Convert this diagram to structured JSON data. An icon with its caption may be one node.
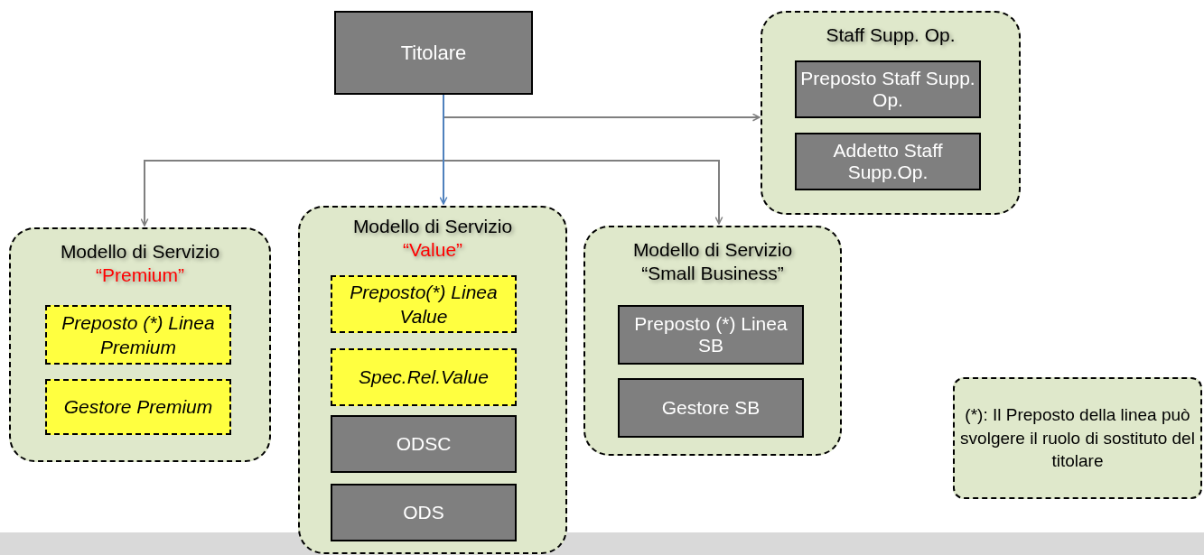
{
  "diagram": {
    "nodes": [
      {
        "text": [
          "Titolare"
        ]
      },
      {
        "text": [
          "Staff Supp. Op."
        ]
      },
      {
        "text": [
          "Preposto Staff Supp. Op."
        ],
        "in": 1
      },
      {
        "text": [
          "Addetto Staff Supp.Op."
        ],
        "in": 1
      },
      {
        "text": [
          "Modello di Servizio",
          "“Premium”"
        ]
      },
      {
        "text": [
          "Preposto (*) Linea Premium"
        ],
        "in": 4
      },
      {
        "text": [
          "Gestore Premium"
        ],
        "in": 4
      },
      {
        "text": [
          "Modello di Servizio",
          "“Value”"
        ]
      },
      {
        "text": [
          "Preposto(*) Linea Value"
        ],
        "in": 7
      },
      {
        "text": [
          "Spec.Rel.Value"
        ],
        "in": 7
      },
      {
        "text": [
          "ODSC"
        ],
        "in": 7
      },
      {
        "text": [
          "ODS"
        ],
        "in": 7
      },
      {
        "text": [
          "Modello di Servizio",
          "“Small Business”"
        ]
      },
      {
        "text": [
          "Preposto (*) Linea SB"
        ],
        "in": 12
      },
      {
        "text": [
          "Gestore SB"
        ],
        "in": 12
      },
      {
        "text": [
          "(*): Il Preposto della linea può svolgere il ruolo di sostituto del titolare"
        ]
      }
    ],
    "edges": [
      {
        "from": 0,
        "to": 1,
        "arrow": "to"
      },
      {
        "from": 0,
        "to": 4,
        "arrow": "to"
      },
      {
        "from": 0,
        "to": 12,
        "arrow": "to"
      },
      {
        "from": 0,
        "to": 7,
        "arrow": "to",
        "color": "#4f81bd"
      }
    ]
  }
}
